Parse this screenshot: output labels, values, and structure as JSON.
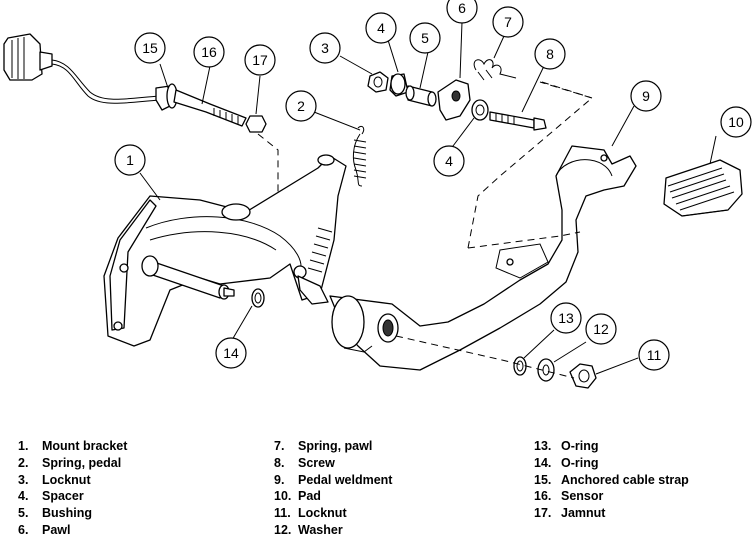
{
  "callouts": [
    {
      "id": "1",
      "label": "1"
    },
    {
      "id": "2",
      "label": "2"
    },
    {
      "id": "3",
      "label": "3"
    },
    {
      "id": "4a",
      "label": "4"
    },
    {
      "id": "4b",
      "label": "4"
    },
    {
      "id": "5",
      "label": "5"
    },
    {
      "id": "6",
      "label": "6"
    },
    {
      "id": "7",
      "label": "7"
    },
    {
      "id": "8",
      "label": "8"
    },
    {
      "id": "9",
      "label": "9"
    },
    {
      "id": "10",
      "label": "10"
    },
    {
      "id": "11",
      "label": "11"
    },
    {
      "id": "12",
      "label": "12"
    },
    {
      "id": "13",
      "label": "13"
    },
    {
      "id": "14",
      "label": "14"
    },
    {
      "id": "15",
      "label": "15"
    },
    {
      "id": "16",
      "label": "16"
    },
    {
      "id": "17",
      "label": "17"
    }
  ],
  "legend": {
    "columns": [
      [
        {
          "num": "1.",
          "name": "Mount bracket"
        },
        {
          "num": "2.",
          "name": "Spring, pedal"
        },
        {
          "num": "3.",
          "name": "Locknut"
        },
        {
          "num": "4.",
          "name": "Spacer"
        },
        {
          "num": "5.",
          "name": "Bushing"
        },
        {
          "num": "6.",
          "name": "Pawl"
        }
      ],
      [
        {
          "num": "7.",
          "name": "Spring, pawl"
        },
        {
          "num": "8.",
          "name": "Screw"
        },
        {
          "num": "9.",
          "name": "Pedal weldment"
        },
        {
          "num": "10.",
          "name": "Pad"
        },
        {
          "num": "11.",
          "name": "Locknut"
        },
        {
          "num": "12.",
          "name": "Washer"
        }
      ],
      [
        {
          "num": "13.",
          "name": "O-ring"
        },
        {
          "num": "14.",
          "name": "O-ring"
        },
        {
          "num": "15.",
          "name": "Anchored cable strap"
        },
        {
          "num": "16.",
          "name": "Sensor"
        },
        {
          "num": "17.",
          "name": "Jamnut"
        }
      ]
    ]
  }
}
